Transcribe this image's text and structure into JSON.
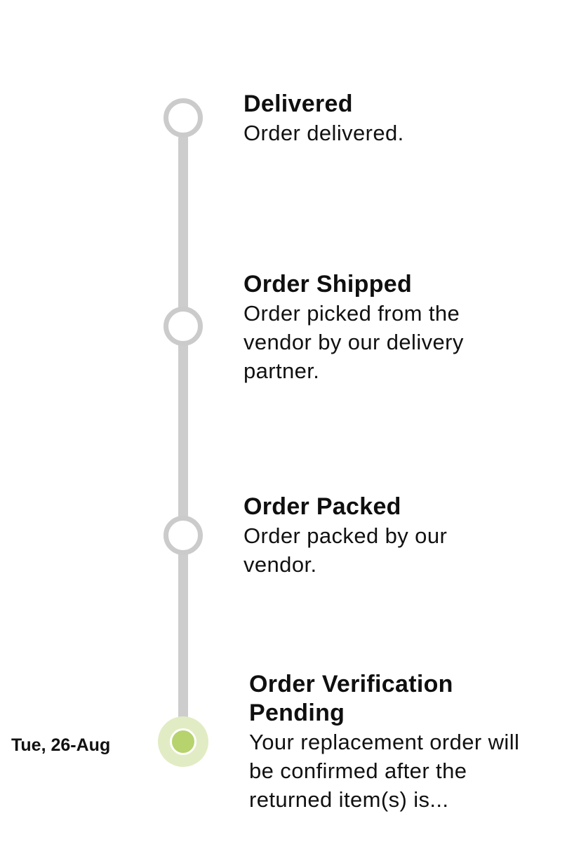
{
  "timeline": {
    "steps": [
      {
        "title": "Delivered",
        "description": "Order delivered.",
        "status": "pending"
      },
      {
        "title": "Order Shipped",
        "description": "Order picked from the vendor by our delivery partner.",
        "status": "pending"
      },
      {
        "title": "Order Packed",
        "description": "Order packed by our vendor.",
        "status": "pending"
      },
      {
        "title": "Order Verification Pending",
        "description": "Your replacement order will be confirmed after the returned item(s) is...",
        "status": "current",
        "date": "Tue, 26-Aug"
      }
    ]
  },
  "colors": {
    "line": "#cdcdcd",
    "inactive_node_border": "#cbcbcb",
    "active_node_halo": "#e1ecc4",
    "active_node_core": "#b6d36d",
    "text": "#111111"
  }
}
